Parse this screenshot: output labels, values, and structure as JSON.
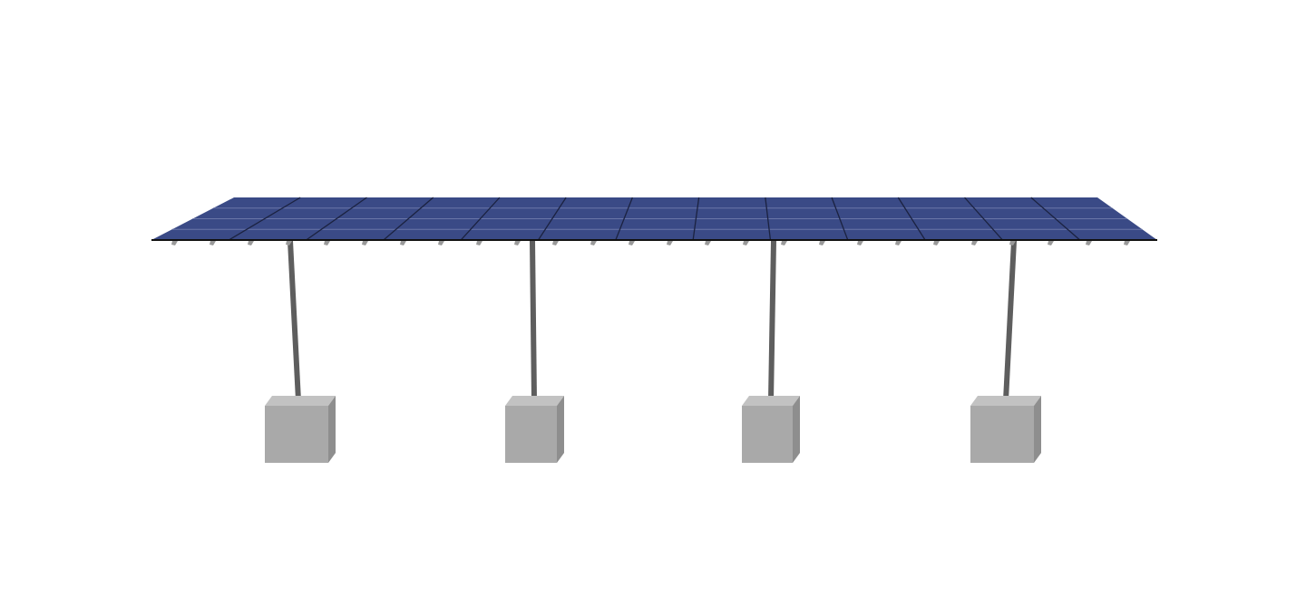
{
  "scene": {
    "panel_color": "#3a4a86",
    "panel_line_color": "#1b2240",
    "panel_row_line_color": "#6a76a8",
    "post_color": "#5e5e5e",
    "block_front_color": "#a9a9a9",
    "block_top_color": "#c2c2c2",
    "block_side_color": "#8e8e8e",
    "post_count": 4,
    "panel_columns": 13,
    "panel_rows": 4
  }
}
